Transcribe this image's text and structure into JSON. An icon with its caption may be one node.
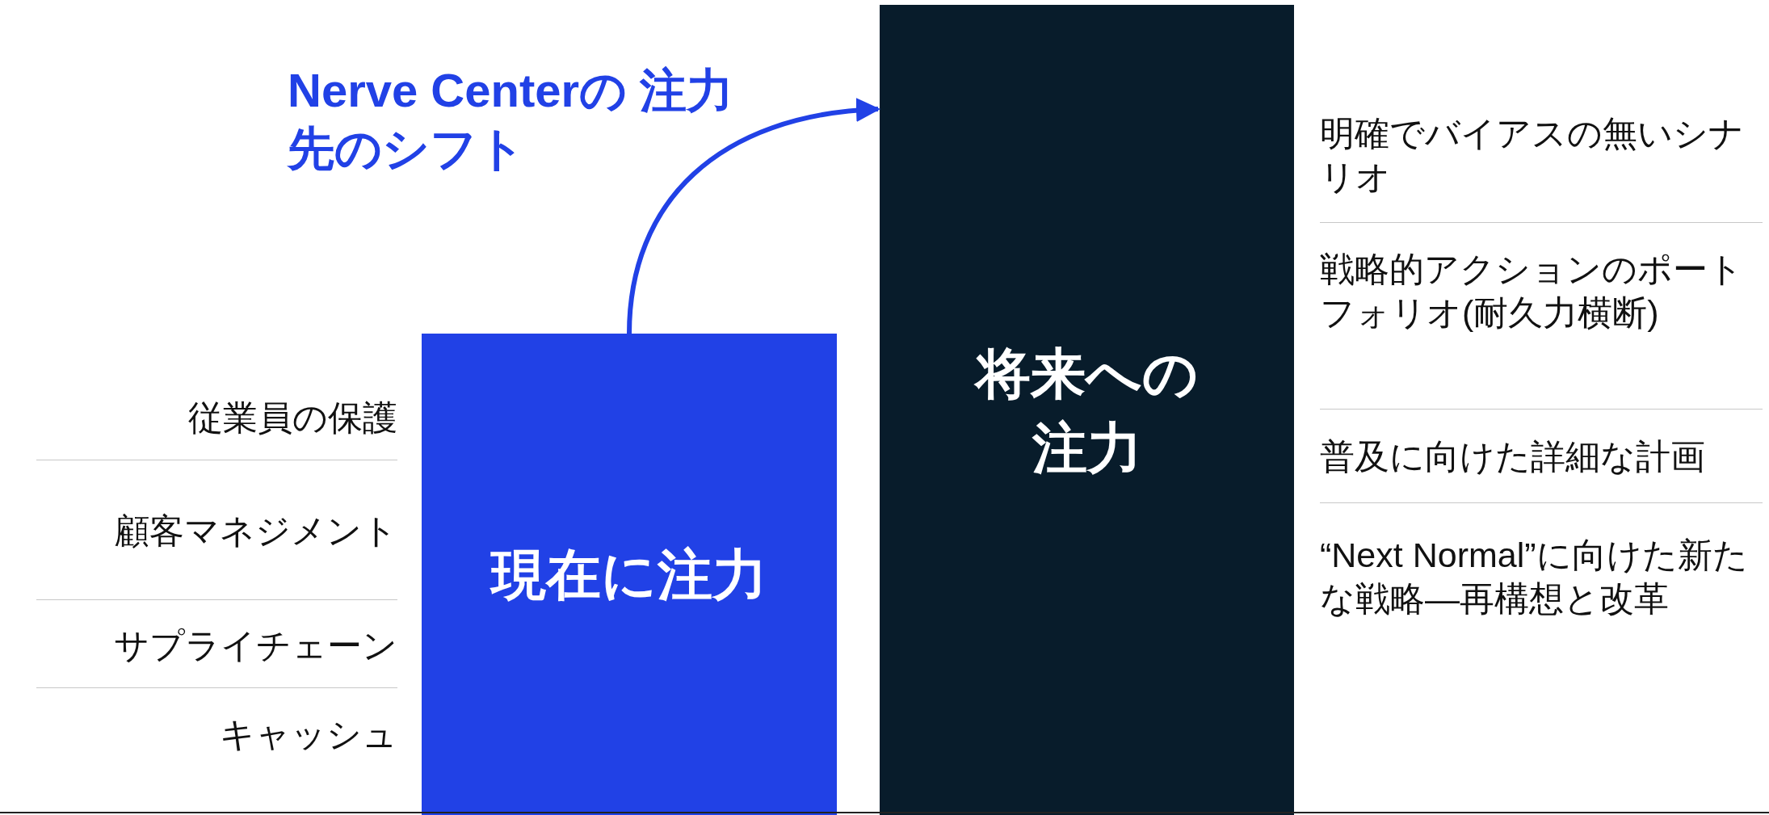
{
  "diagram": {
    "title": "Nerve Centerの 注力先のシフト",
    "nodes": [
      {
        "text": [
          "現在に注力"
        ]
      },
      {
        "text": [
          "将来への注力"
        ]
      }
    ],
    "edges": [
      {
        "from": 0,
        "to": 1,
        "arrow": "to"
      }
    ],
    "labels": [
      "従業員の保護",
      "顧客マネジメント",
      "サプライチェーン",
      "キャッシュ",
      "明確でバイアスの無いシナリオ",
      "戦略的アクションのポートフォリオ(耐久力横断)",
      "普及に向けた詳細な計画",
      "“Next Normal”に向けた新たな戦略—再構想と改革"
    ]
  }
}
